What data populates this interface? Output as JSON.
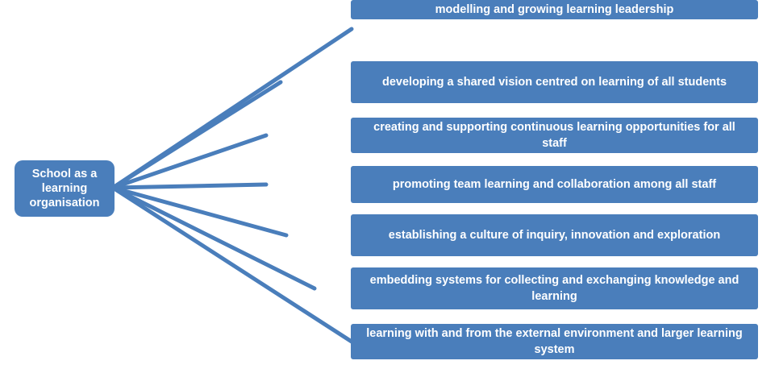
{
  "root": {
    "label": "School as a learning organisation"
  },
  "branches": [
    {
      "label": "developing a shared vision centred on learning of all students"
    },
    {
      "label": "creating and supporting continuous learning opportunities for all staff"
    },
    {
      "label": "promoting team learning and collaboration among all staff"
    },
    {
      "label": "establishing a culture of inquiry, innovation and exploration"
    },
    {
      "label": "embedding systems for collecting and exchanging knowledge and  learning"
    },
    {
      "label": "learning with and from the external environment and larger learning system"
    },
    {
      "label": "modelling and growing learning leadership"
    }
  ],
  "colors": {
    "box_fill": "#4a7ebb",
    "line": "#4a7ebb",
    "text": "#ffffff"
  }
}
